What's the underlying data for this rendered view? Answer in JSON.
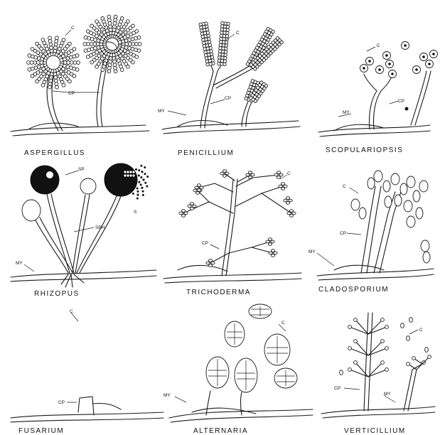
{
  "panels": {
    "aspergillus": {
      "name": "ASPERGILLUS",
      "labels": [
        "C",
        "CP"
      ]
    },
    "penicillium": {
      "name": "PENICILLIUM",
      "labels": [
        "C",
        "MY",
        "CP"
      ]
    },
    "scopulariopsis": {
      "name": "SCOPULARIOPSIS",
      "labels": [
        "C",
        "CP",
        "MY"
      ]
    },
    "rhizopus": {
      "name": "RHIZOPUS",
      "labels": [
        "SP",
        "S",
        "SPH",
        "MY"
      ]
    },
    "trichoderma": {
      "name": "TRICHODERMA",
      "labels": [
        "C",
        "CP"
      ]
    },
    "cladosporium": {
      "name": "CLADOSPORIUM",
      "labels": [
        "C",
        "CP",
        "MY"
      ]
    },
    "fusarium": {
      "name": "FUSARIUM",
      "labels": [
        "C",
        "CP"
      ]
    },
    "alternaria": {
      "name": "ALTERNARIA",
      "labels": [
        "C",
        "MY"
      ]
    },
    "verticillium": {
      "name": "VERTICILLIUM",
      "labels": [
        "C",
        "CP",
        "MY"
      ]
    }
  },
  "colors": {
    "ink": "#1a1a1a",
    "paper": "#ffffff"
  }
}
